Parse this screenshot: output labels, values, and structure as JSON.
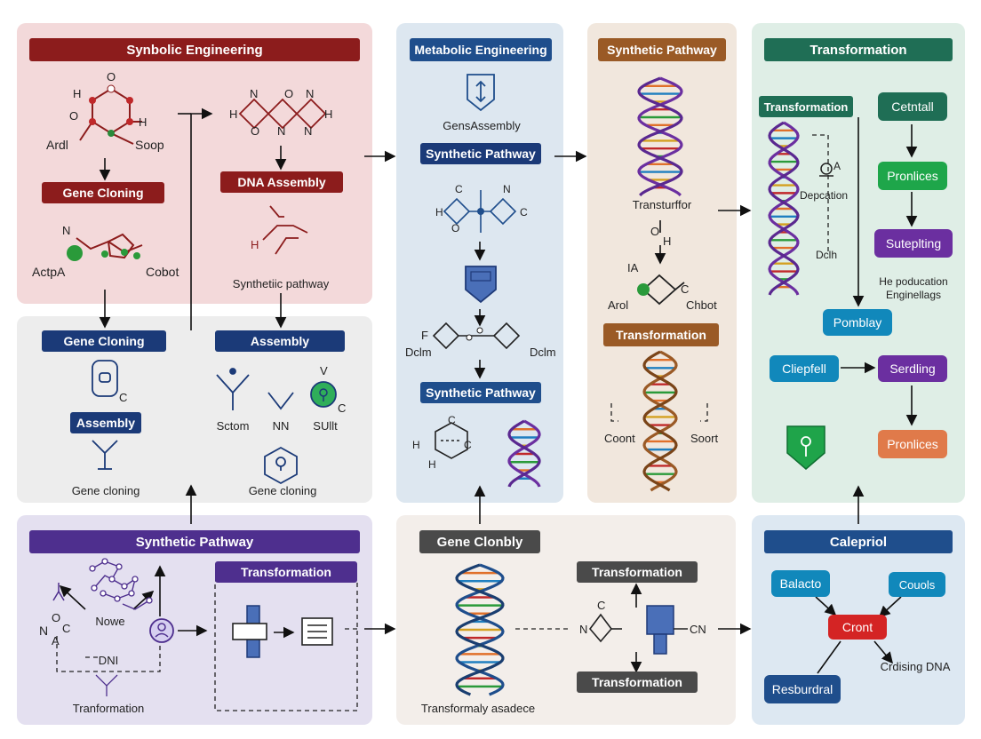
{
  "colors": {
    "panel_red_bg": "#f3d9da",
    "panel_gray_bg": "#ededed",
    "panel_blue_bg": "#dde7f0",
    "panel_beige_bg": "#f1e7dd",
    "panel_green_bg": "#dfeee6",
    "panel_purple_bg": "#e4e0f0",
    "panel_sand_bg": "#f3eeea",
    "panel_lightblue_bg": "#dde8f2",
    "header_red": "#8c1c1c",
    "header_navy": "#1b3a78",
    "header_blue": "#1f4e8c",
    "header_brown": "#9a5a26",
    "header_teal": "#1f6e55",
    "header_purple": "#4e2f8e",
    "header_gray": "#4a4a4a",
    "box_green": "#1ea64a",
    "box_purple": "#6b2fa0",
    "box_orange": "#e07a4a",
    "box_cyan": "#1188bb",
    "box_red": "#d42424"
  },
  "panels": {
    "p1": {
      "title": "Synbolic Engineering",
      "label_gene_cloning": "Gene Cloning",
      "label_dna_assembly": "DNA Assembly",
      "text_ardl": "Ardl",
      "text_soop": "Soop",
      "text_actpa": "ActpA",
      "text_cobot": "Cobot",
      "text_synthetic_pathway": "Synthetiic pathway",
      "atom_h1": "H",
      "atom_o1": "O",
      "atom_o2": "O",
      "atom_h2": "H",
      "atom_n1": "N",
      "mol_n1": "N",
      "mol_n2": "N",
      "mol_h1": "H",
      "mol_h2": "H",
      "mol_o1": "O",
      "mol_n3": "N",
      "mol_o2": "O",
      "mol_n4": "N",
      "mol_h3": "H"
    },
    "p2": {
      "label_gene_cloning": "Gene Cloning",
      "label_assembly": "Assembly",
      "label_assembly_small": "Assembly",
      "text_gene_cloning_1": "Gene cloning",
      "text_gene_cloning_2": "Gene cloning",
      "text_sctom": "Sctom",
      "text_nn": "NN",
      "text_sullt": "SUllt",
      "text_v": "V",
      "text_c1": "C",
      "text_c2": "C"
    },
    "p3": {
      "title": "Metabolic Engineering",
      "text_gensassembly": "GensAssembly",
      "label_synthetic_pathway_1": "Synthetic Pathway",
      "label_synthetic_pathway_2": "Synthetic Pathway",
      "text_dclm_1": "Dclm",
      "text_dclm_2": "Dclm",
      "text_f": "F",
      "atom_h": "H",
      "atom_c": "C",
      "atom_o": "O",
      "atom_n": "N",
      "atom_c_top": "C",
      "atom_c_right": "C",
      "mol_h_left": "H",
      "mol_c_right": "C",
      "mol_h_bot": "H"
    },
    "p4": {
      "title": "Synthetic Pathway",
      "text_transturffor": "Transturffor",
      "text_o": "O",
      "text_h": "H",
      "text_ia": "IA",
      "text_c": "C",
      "text_arol": "Arol",
      "text_chbot": "Chbot",
      "label_transformation": "Transformation",
      "text_coont": "Coont",
      "text_soort": "Soort"
    },
    "p5": {
      "title": "Transformation",
      "label_transformation": "Transformation",
      "box_cetntall": "Cetntall",
      "box_pronlices_1": "Pronlices",
      "box_suteplting": "Suteplting",
      "text_he_poducation": "He poducation",
      "text_enginellags": "Enginellags",
      "box_pomblay": "Pomblay",
      "box_cliepfell": "Cliepfell",
      "box_serdling": "Serdling",
      "box_pronlices_2": "Pronlices",
      "text_depcation": "Depcation",
      "text_dclh": "Dclh",
      "text_a": "A"
    },
    "p6": {
      "title": "Synthetic Pathway",
      "label_transformation": "Transformation",
      "text_nowe": "Nowe",
      "text_dni": "DNI",
      "text_transformation": "Tranformation",
      "text_n": "N",
      "text_o": "O",
      "text_a": "A",
      "text_c": "C"
    },
    "p7": {
      "title": "Gene Clonbly",
      "label_transformation_1": "Transformation",
      "label_transformation_2": "Transformation",
      "text_transformaly": "Transformaly asadece",
      "text_n": "N",
      "text_c": "C",
      "text_cn": "CN"
    },
    "p8": {
      "title": "Calepriol",
      "box_balacto": "Balacto",
      "box_couols": "Couols",
      "box_cront": "Cront",
      "box_resburdral": "Resburdral",
      "text_crdising_dna": "Crdising DNA"
    }
  }
}
